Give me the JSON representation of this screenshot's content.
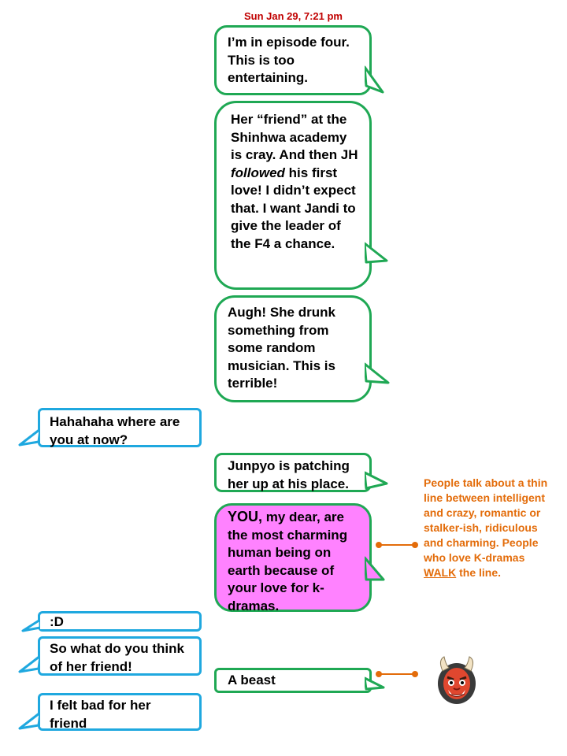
{
  "timestamp": "Sun Jan 29, 7:21 pm",
  "messages": {
    "m1": "I’m in episode four. This is too entertaining.",
    "m2": {
      "before": "Her “friend” at the Shinhwa academy is cray. And then JH ",
      "emph": "followed",
      "after": " his first love! I didn’t expect that. I want Jandi to give the leader of the F4 a chance."
    },
    "m3": "Augh! She drunk something from some random musician. This is terrible!",
    "m4": "Hahahaha where are you at now?",
    "m5": "Junpyo is patching her up at his place.",
    "m6": {
      "bold": "YOU,",
      "rest": " my dear, are the most charming human being on earth because of your love for k-dramas."
    },
    "m7": ":D",
    "m8": "So what do you think of her friend!",
    "m9": "A beast",
    "m10": "I felt bad for her friend"
  },
  "annotation": {
    "text": "People talk about a thin line between intelligent and crazy, romantic or stalker-ish, ridiculous and charming. People who love K-dramas ",
    "underlined": "WALK",
    "end": " the line."
  },
  "colors": {
    "sent_border": "#1fa854",
    "received_border": "#1fa8df",
    "highlight_bubble": "#ff82ff",
    "timestamp": "#c00000",
    "annotation": "#e36c0a"
  },
  "icons": {
    "beast": "ogre-face-icon"
  }
}
